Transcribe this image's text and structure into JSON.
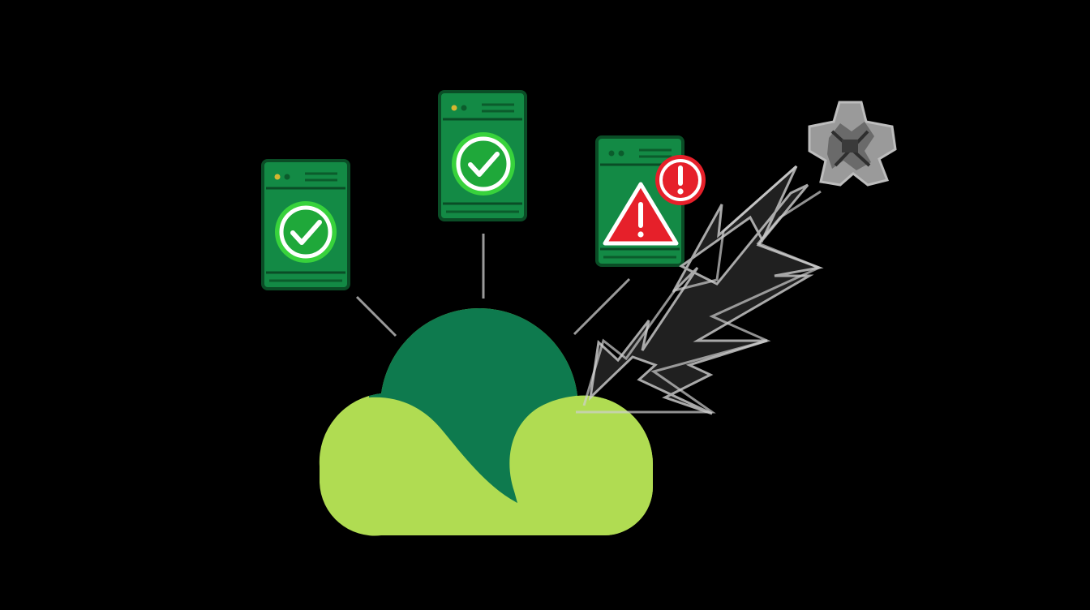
{
  "colors": {
    "background": "#000000",
    "cloud_dark": "#0e7a4e",
    "cloud_light": "#b0dc52",
    "server_body": "#138a45",
    "server_border": "#0a4d26",
    "server_line": "#0b5c2c",
    "check_ring": "#38d23c",
    "check_fill": "#1fa83a",
    "alert_red": "#e6202a",
    "lightning": "#8c8c8c",
    "lightning_stroke": "#cfcfcf",
    "connector": "#9a9a9a"
  },
  "servers": [
    {
      "name": "server-left",
      "status": "healthy",
      "icon": "check-circle-icon"
    },
    {
      "name": "server-center",
      "status": "healthy",
      "icon": "check-circle-icon"
    },
    {
      "name": "server-right",
      "status": "warning",
      "icon": "warning-triangle-icon",
      "badge": "alert-circle-icon"
    }
  ],
  "cloud": {
    "icon": "cloud-icon"
  },
  "threat": {
    "icon": "malware-gear-icon",
    "effect": "lightning-bolt-icon"
  }
}
